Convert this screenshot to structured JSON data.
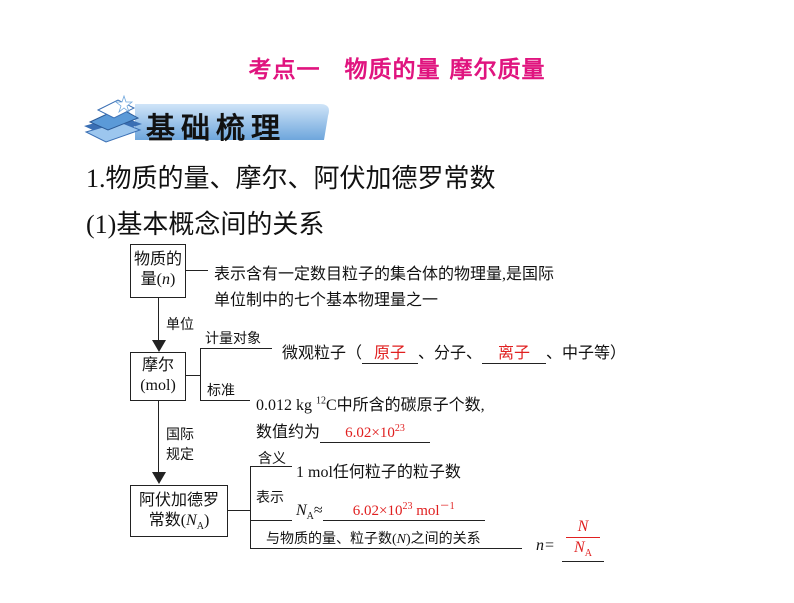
{
  "title": "考点一　物质的量  摩尔质量",
  "banner": {
    "label": "基础梳理"
  },
  "heading1": "1.物质的量、摩尔、阿伏加德罗常数",
  "heading2": "(1)基本概念间的关系",
  "diagram": {
    "box1": {
      "line1": "物质的",
      "line2_prefix": "量(",
      "line2_var": "n",
      "line2_suffix": ")"
    },
    "box1_desc_line1": "表示含有一定数目粒子的集合体的物理量,是国际",
    "box1_desc_line2": "单位制中的七个基本物理量之一",
    "arrow1_label": "单位",
    "box2": {
      "line1": "摩尔",
      "line2": "(mol)"
    },
    "branch_count_label": "计量对象",
    "count_text_prefix": "微观粒子（",
    "count_blank1": "原子",
    "count_text_mid": "、分子、",
    "count_blank2": "离子",
    "count_text_suffix": "、中子等）",
    "branch_std_label": "标准",
    "std_line1_prefix": "0.012 kg ",
    "std_line1_sup": "12",
    "std_line1_suffix": "C中所含的碳原子个数,",
    "std_line2_prefix": "数值约为",
    "std_value_base": "6.02×10",
    "std_value_exp": "23",
    "arrow2_label_line1": "国际",
    "arrow2_label_line2": "规定",
    "box3": {
      "line1": "阿伏加德罗",
      "line2_prefix": "常数(",
      "line2_var": "N",
      "line2_sub": "A",
      "line2_suffix": ")"
    },
    "meaning_label": "含义",
    "meaning_text": "1 mol任何粒子的粒子数",
    "represent_label": "表示",
    "represent_var": "N",
    "represent_sub": "A",
    "represent_approx": "≈",
    "represent_value_base": "6.02×10",
    "represent_value_exp": "23",
    "represent_unit": " mol",
    "represent_unit_exp": "－1",
    "relation_text_prefix": "与物质的量、粒子数(",
    "relation_var": "N",
    "relation_text_suffix": ")之间的关系",
    "relation_formula_lhs": "n=",
    "relation_numerator": "N",
    "relation_denominator_var": "N",
    "relation_denominator_sub": "A"
  },
  "colors": {
    "title": "#e0147f",
    "answer": "#e02020",
    "banner_blue": "#6ea6dc"
  }
}
